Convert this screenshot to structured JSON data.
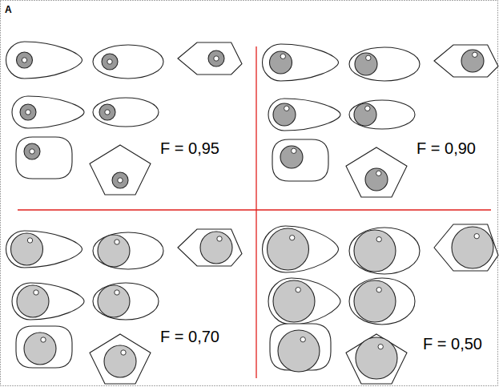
{
  "diagram": {
    "labels": [
      "A",
      "F = 0,95",
      "F = 0,90",
      "F = 0,70",
      "F = 0,50"
    ]
  }
}
